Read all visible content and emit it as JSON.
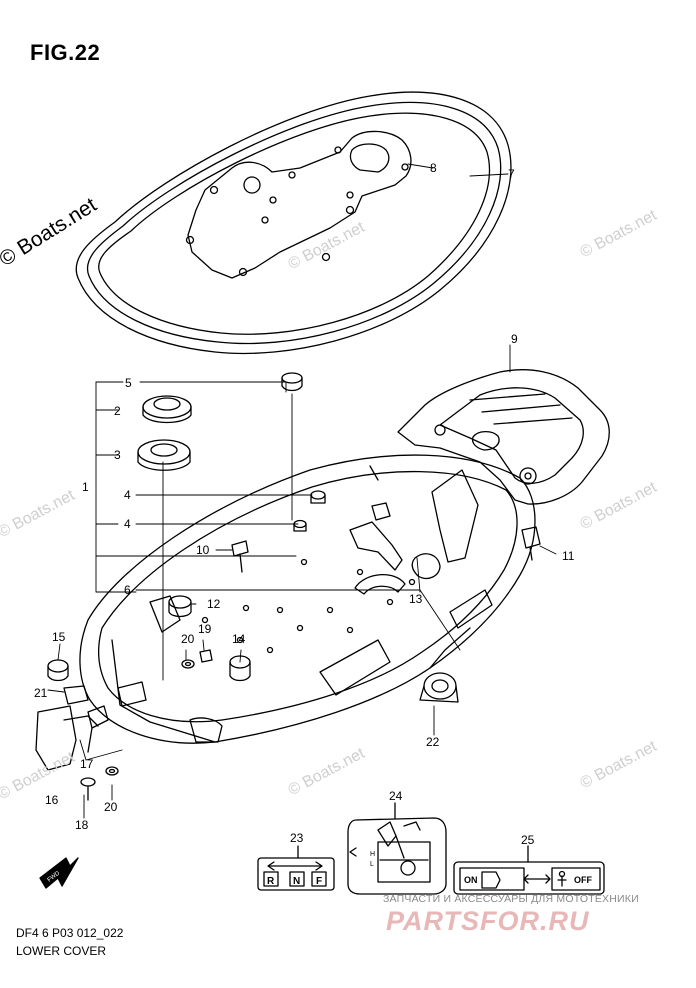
{
  "figure": {
    "title": "FIG.22"
  },
  "footer": {
    "code": "DF4 6 P03 012_022",
    "name": "LOWER COVER"
  },
  "watermark": {
    "main": "© Boats.net",
    "faint": "© Boats.net"
  },
  "promo": {
    "tagline": "ЗАПЧАСТИ И АКСЕССУАРЫ ДЛЯ МОТОТЕХНИКИ",
    "brand": "PARTSFOR.RU"
  },
  "labels": {
    "p1": "1",
    "p2": "2",
    "p3": "3",
    "p4a": "4",
    "p4b": "4",
    "p5": "5",
    "p6": "6",
    "p7": "7",
    "p8": "8",
    "p9": "9",
    "p10": "10",
    "p11": "11",
    "p12": "12",
    "p13": "13",
    "p14": "14",
    "p15": "15",
    "p16": "16",
    "p17": "17",
    "p18": "18",
    "p19": "19",
    "p20a": "20",
    "p20b": "20",
    "p21": "21",
    "p22": "22",
    "p23": "23",
    "p24": "24",
    "p25": "25"
  },
  "decals": {
    "shift_r": "R",
    "shift_n": "N",
    "shift_f": "F",
    "oil_h": "H",
    "oil_l": "L",
    "switch_on": "ON",
    "switch_off": "OFF",
    "fwd": "FWD"
  },
  "colors": {
    "line": "#000000",
    "watermark": "#cfcfcf",
    "brand": "#e8b7b7"
  }
}
